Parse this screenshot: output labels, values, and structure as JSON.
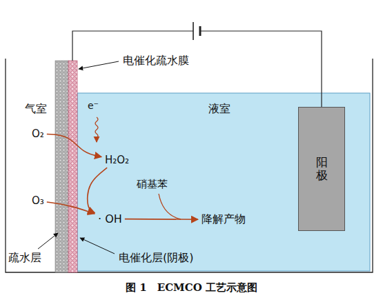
{
  "diagram": {
    "caption": "图 1　ECMCO 工艺示意图",
    "nodes": [
      {
        "text": [
          "阳极"
        ]
      },
      {
        "text": [
          "O₂"
        ]
      },
      {
        "text": [
          "H₂O₂"
        ]
      },
      {
        "text": [
          "O₃"
        ]
      },
      {
        "text": [
          "· OH"
        ]
      },
      {
        "text": [
          "降解产物"
        ]
      }
    ],
    "edges": [
      {
        "from": 1,
        "to": 2,
        "arrow": "to"
      },
      {
        "from": 2,
        "to": 4,
        "arrow": "to"
      },
      {
        "from": 3,
        "to": 4,
        "arrow": "to"
      },
      {
        "from": 4,
        "to": 5,
        "label": "硝基苯",
        "arrow": "to"
      }
    ],
    "labels": [
      "电催化疏水膜",
      "气室",
      "液室",
      "e⁻",
      "疏水层",
      "电催化层(阴极)"
    ]
  }
}
